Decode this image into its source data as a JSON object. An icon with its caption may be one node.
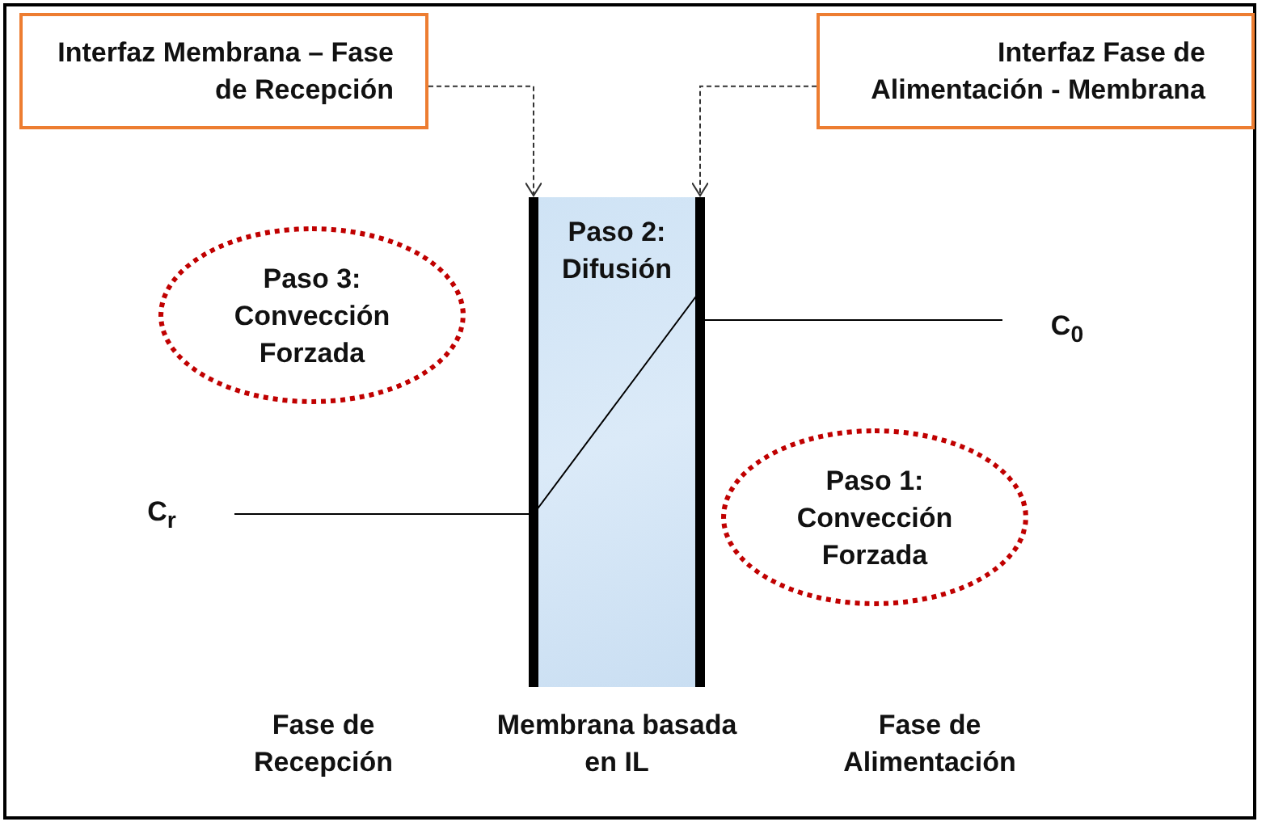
{
  "diagram": {
    "nodes": [
      {
        "text": [
          "Interfaz Membrana – Fase de Recepción"
        ]
      },
      {
        "text": [
          "Interfaz Fase de Alimentación - Membrana"
        ]
      },
      {
        "text": [
          "Paso 2: Difusión"
        ],
        "beside": [
          "Membrana basada en IL"
        ]
      },
      {
        "text": [],
        "shape": "bar",
        "in": 2
      },
      {
        "text": [],
        "shape": "bar",
        "in": 2
      },
      {
        "text": [
          "Paso 3: Convección Forzada"
        ]
      },
      {
        "text": [
          "Paso 1: Convección Forzada"
        ]
      }
    ],
    "edges": [
      {
        "from": 0,
        "to": 3,
        "arrow": "to",
        "style": "dashed"
      },
      {
        "from": 1,
        "to": 4,
        "arrow": "to",
        "style": "dashed"
      }
    ],
    "labels": [
      "C$_{0}$",
      "C$_{r}$",
      "Fase de Recepción",
      "Fase de Alimentación"
    ]
  }
}
